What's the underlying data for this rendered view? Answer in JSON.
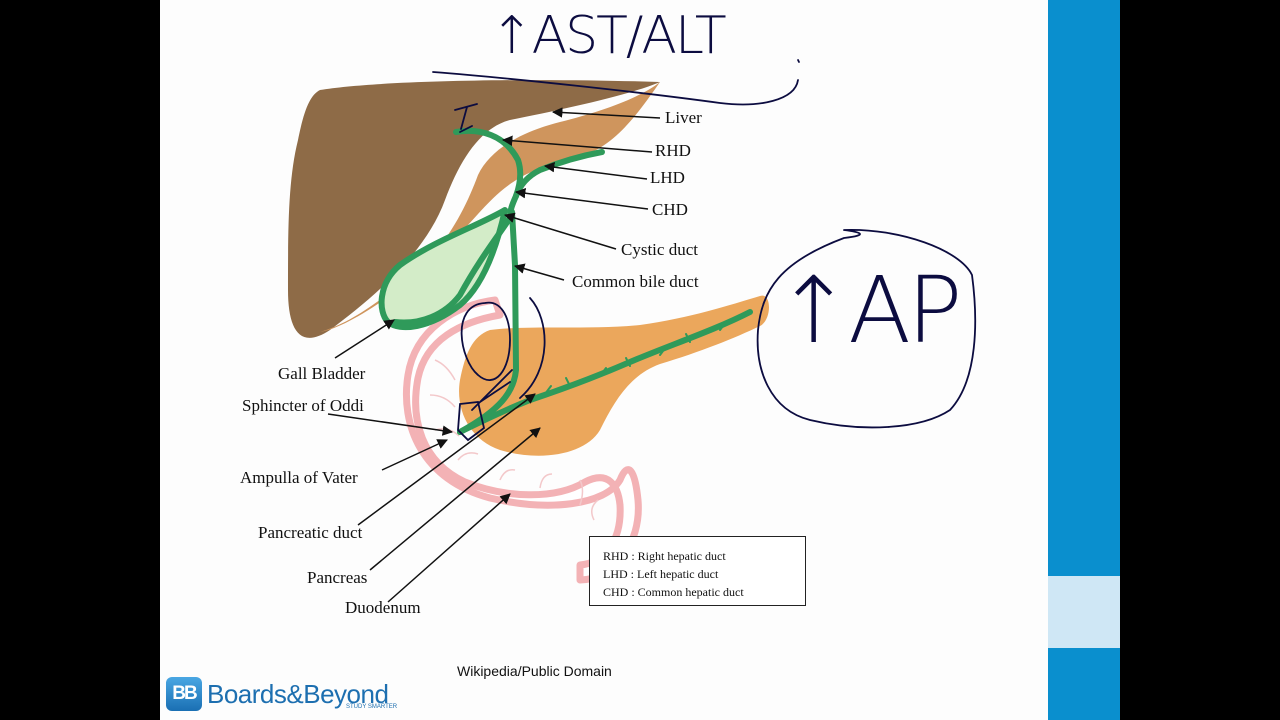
{
  "handwritten": {
    "top": "↑AST/ALT",
    "right": "↑AP"
  },
  "labels": {
    "liver": "Liver",
    "rhd": "RHD",
    "lhd": "LHD",
    "chd": "CHD",
    "cystic_duct": "Cystic duct",
    "common_bile_duct": "Common bile duct",
    "gall_bladder": "Gall Bladder",
    "sphincter_of_oddi": "Sphincter of Oddi",
    "ampulla_of_vater": "Ampulla of Vater",
    "pancreatic_duct": "Pancreatic duct",
    "pancreas": "Pancreas",
    "duodenum": "Duodenum"
  },
  "legend": {
    "rhd": "RHD : Right hepatic duct",
    "lhd": "LHD : Left hepatic duct",
    "chd": "CHD : Common hepatic duct"
  },
  "credit": "Wikipedia/Public Domain",
  "brand": {
    "mark": "BB",
    "name": "Boards&Beyond",
    "tagline": "STUDY SMARTER"
  },
  "colors": {
    "liver_dark": "#8e6b47",
    "liver_light": "#cf955d",
    "duct_green": "#2f9a5a",
    "gallbladder_fill": "#d3ecc8",
    "pancreas": "#eba75c",
    "duodenum_outline": "#f3b2b5",
    "accent_blue": "#0a8fce"
  }
}
